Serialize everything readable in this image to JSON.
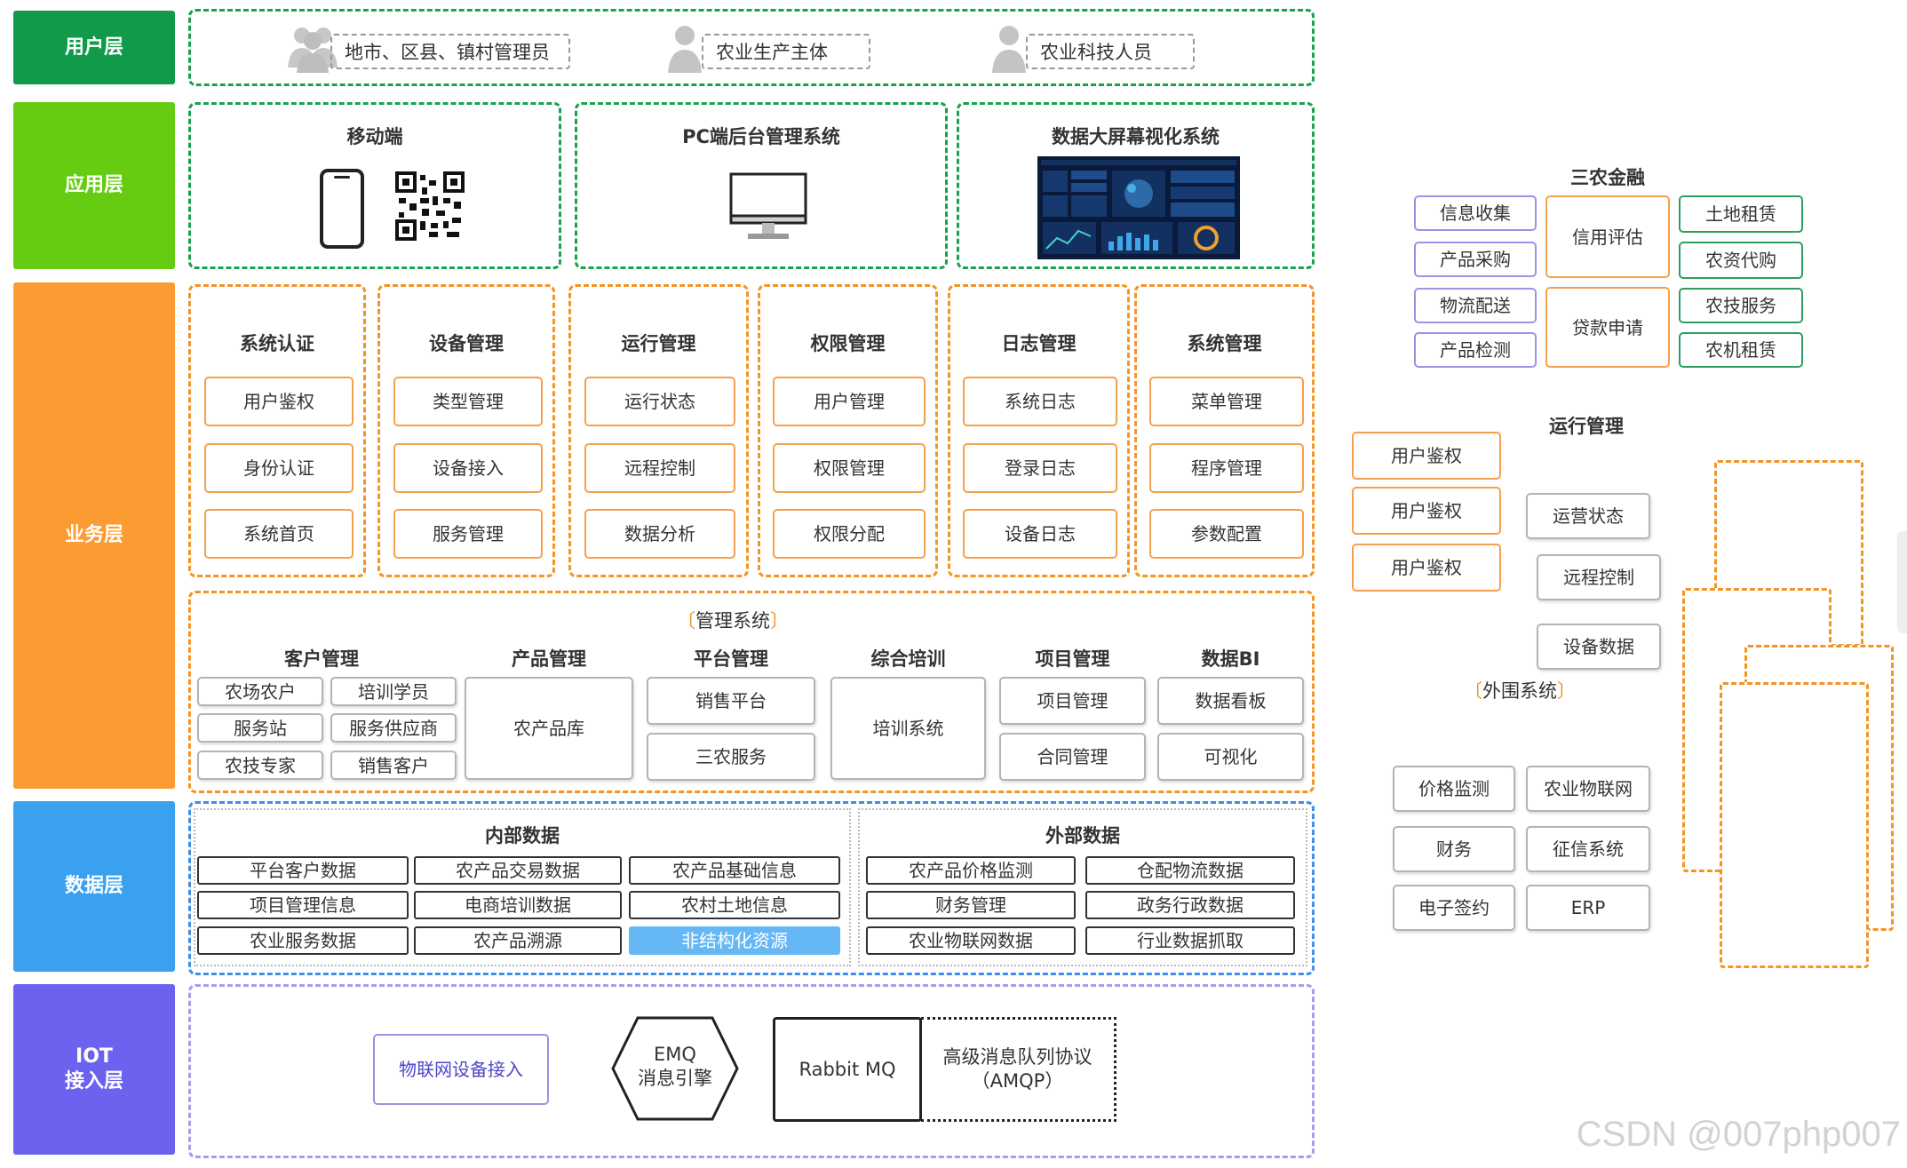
{
  "layers": {
    "user": "用户层",
    "app": "应用层",
    "business": "业务层",
    "data": "数据层",
    "iot_line1": "IOT",
    "iot_line2": "接入层"
  },
  "colors": {
    "user": "#109a49",
    "app": "#66cc11",
    "business": "#fb9b31",
    "data": "#3aa0f0",
    "iot": "#6b63f0"
  },
  "user_layer": {
    "items": [
      {
        "label": "地市、区县、镇村管理员",
        "icon": "user-group-icon"
      },
      {
        "label": "农业生产主体",
        "icon": "user-icon"
      },
      {
        "label": "农业科技人员",
        "icon": "user-icon"
      }
    ]
  },
  "app_layer": {
    "mobile": {
      "title": "移动端",
      "icons": [
        "phone-icon",
        "qr-code-icon"
      ]
    },
    "pc": {
      "title": "PC端后台管理系统",
      "icon": "monitor-icon"
    },
    "bigscreen": {
      "title": "数据大屏幕视化系统",
      "icon": "dashboard-screenshot"
    }
  },
  "business_modules": [
    {
      "title": "系统认证",
      "items": [
        "用户鉴权",
        "身份认证",
        "系统首页"
      ]
    },
    {
      "title": "设备管理",
      "items": [
        "类型管理",
        "设备接入",
        "服务管理"
      ]
    },
    {
      "title": "运行管理",
      "items": [
        "运行状态",
        "远程控制",
        "数据分析"
      ]
    },
    {
      "title": "权限管理",
      "items": [
        "用户管理",
        "权限管理",
        "权限分配"
      ]
    },
    {
      "title": "日志管理",
      "items": [
        "系统日志",
        "登录日志",
        "设备日志"
      ]
    },
    {
      "title": "系统管理",
      "items": [
        "菜单管理",
        "程序管理",
        "参数配置"
      ]
    }
  ],
  "management": {
    "label": "管理系统",
    "customer": {
      "title": "客户管理",
      "items": [
        "农场农户",
        "培训学员",
        "服务站",
        "服务供应商",
        "农技专家",
        "销售客户"
      ]
    },
    "product": {
      "title": "产品管理",
      "item": "农产品库"
    },
    "platform": {
      "title": "平台管理",
      "items": [
        "销售平台",
        "三农服务"
      ]
    },
    "training": {
      "title": "综合培训",
      "item": "培训系统"
    },
    "project": {
      "title": "项目管理",
      "items": [
        "项目管理",
        "合同管理"
      ]
    },
    "bi": {
      "title": "数据BI",
      "items": [
        "数据看板",
        "可视化"
      ]
    }
  },
  "data_layer": {
    "internal": {
      "title": "内部数据",
      "items": [
        "平台客户数据",
        "农产品交易数据",
        "农产品基础信息",
        "项目管理信息",
        "电商培训数据",
        "农村土地信息",
        "农业服务数据",
        "农产品溯源",
        "非结构化资源"
      ]
    },
    "external": {
      "title": "外部数据",
      "items": [
        "农产品价格监测",
        "仓配物流数据",
        "财务管理",
        "政务行政数据",
        "农业物联网数据",
        "行业数据抓取"
      ]
    }
  },
  "iot_layer": {
    "device": "物联网设备接入",
    "emq_line1": "EMQ",
    "emq_line2": "消息引擎",
    "rabbit": "Rabbit MQ",
    "amqp_line1": "高级消息队列协议",
    "amqp_line2": "（AMQP）"
  },
  "finance": {
    "title": "三农金融",
    "left": [
      "信息收集",
      "产品采购",
      "物流配送",
      "产品检测"
    ],
    "center": [
      "信用评估",
      "贷款申请"
    ],
    "right": [
      "土地租赁",
      "农资代购",
      "农技服务",
      "农机租赁"
    ]
  },
  "ops": {
    "title": "运行管理",
    "left": [
      "用户鉴权",
      "用户鉴权",
      "用户鉴权"
    ],
    "right": [
      "运营状态",
      "远程控制",
      "设备数据"
    ]
  },
  "external_sys": {
    "label": "外围系统",
    "items": [
      "价格监测",
      "农业物联网",
      "财务",
      "征信系统",
      "电子签约",
      "ERP"
    ]
  },
  "watermark": "CSDN @007php007"
}
